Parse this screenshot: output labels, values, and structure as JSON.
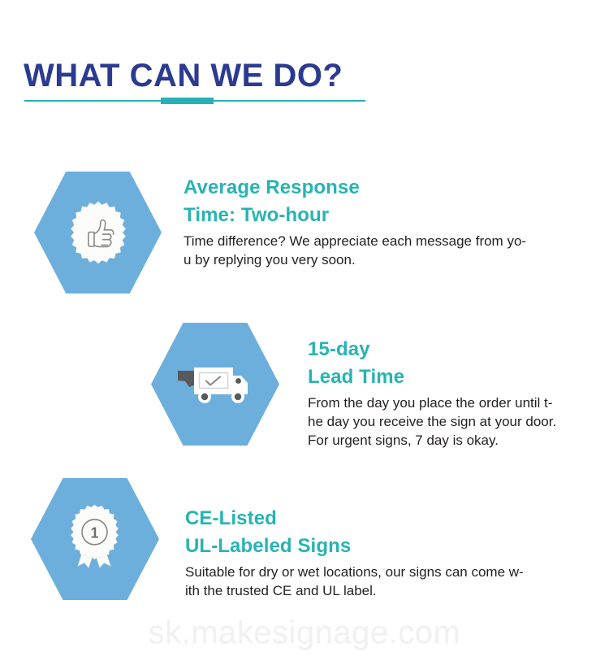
{
  "page": {
    "title": "WHAT CAN WE DO?",
    "background_color": "#ffffff"
  },
  "colors": {
    "title_navy": "#2b3b91",
    "heading_teal": "#27b3b3",
    "divider_teal": "#29b2b8",
    "hexagon_blue": "#6cafdc",
    "body_text": "#231f20",
    "watermark_gray": "#f1f1f1"
  },
  "features": [
    {
      "icon": "thumbs-up-badge-icon",
      "heading_lines": [
        "Average Response",
        "Time: Two-hour"
      ],
      "body_lines": [
        "Time difference? We appreciate each message from yo-",
        "u by replying you very soon."
      ]
    },
    {
      "icon": "delivery-truck-icon",
      "heading_lines": [
        "15-day",
        "Lead Time"
      ],
      "body_lines": [
        "From the day you place the order until t-",
        "he day you receive the sign at your door.",
        "For urgent signs, 7 day is okay."
      ]
    },
    {
      "icon": "award-rosette-icon",
      "icon_label": "1",
      "heading_lines": [
        "CE-Listed",
        "UL-Labeled Signs"
      ],
      "body_lines": [
        "Suitable for dry or wet locations, our signs can come w-",
        "ith the trusted CE and UL label."
      ]
    }
  ],
  "footer": {
    "watermark": "sk.makesignage.com"
  }
}
